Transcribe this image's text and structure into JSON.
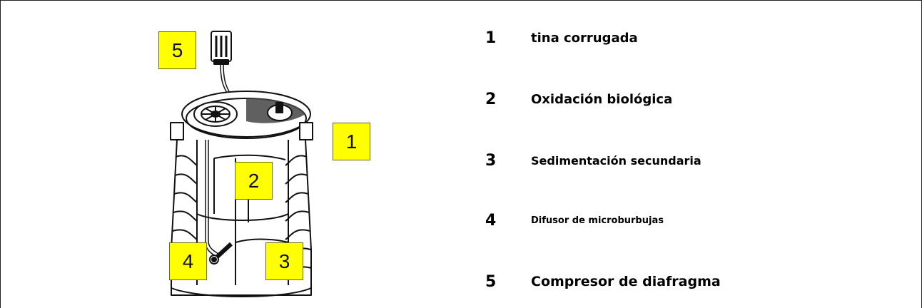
{
  "callouts": [
    "5",
    "1",
    "2",
    "4",
    "3"
  ],
  "legend": [
    {
      "number": "1",
      "label": "tina corrugada"
    },
    {
      "number": "2",
      "label": "Oxidación biológica"
    },
    {
      "number": "3",
      "label": "Sedimentación secundaria"
    },
    {
      "number": "4",
      "label": "Difusor de microburbujas"
    },
    {
      "number": "5",
      "label": "Compresor de diafragma"
    }
  ],
  "colors": {
    "callout_fill": "#ffff00",
    "line_art": "#111111"
  },
  "icons": [
    "compressor-icon",
    "septic-tank-illustration"
  ]
}
